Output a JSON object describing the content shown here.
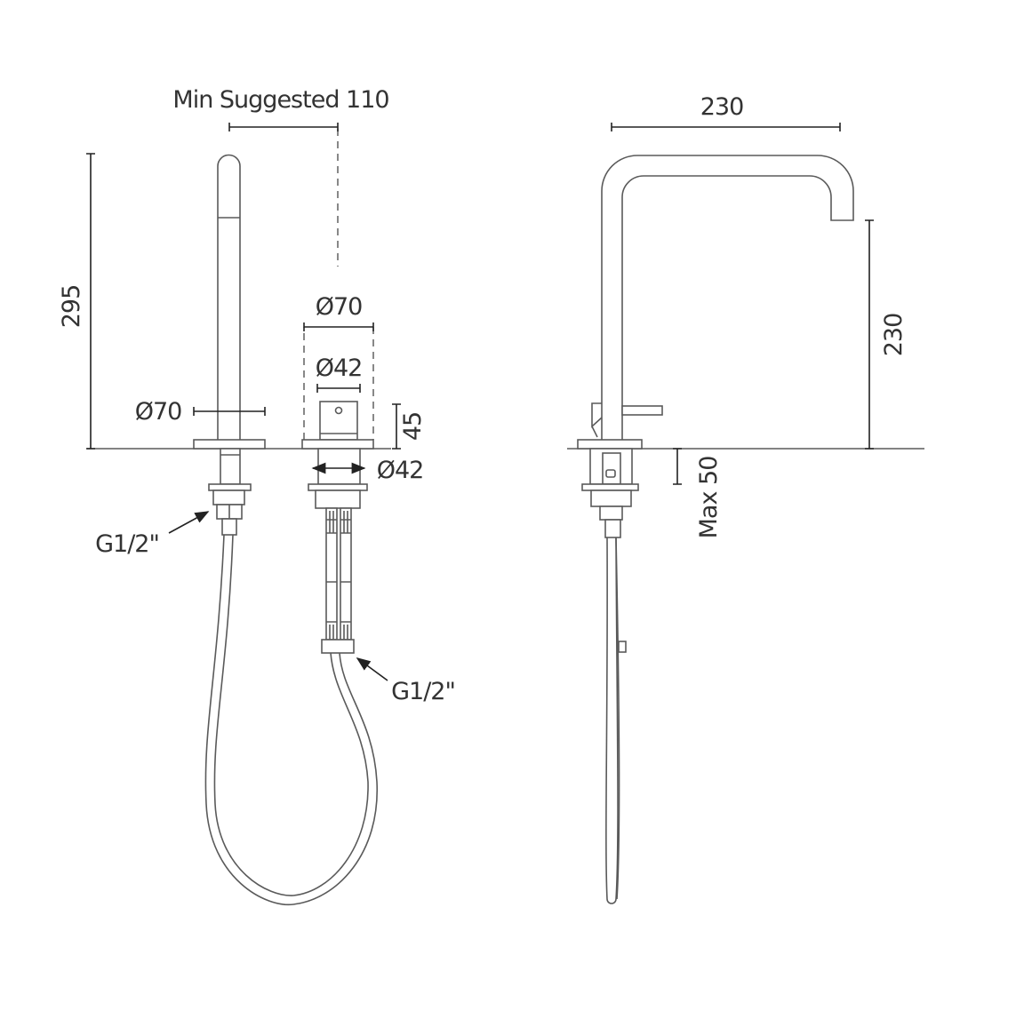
{
  "labels": {
    "min_suggested": "Min Suggested 110",
    "spout_height": "295",
    "spout_base_dia": "Ø70",
    "mixer_plate_dia": "Ø70",
    "mixer_body_dia": "Ø42",
    "mixer_height": "45",
    "mixer_shank_dia": "Ø42",
    "connection_left": "G1/2\"",
    "connection_right": "G1/2\"",
    "reach": "230",
    "spout_outlet_height": "230",
    "max_deck_thickness": "Max 50"
  },
  "colors": {
    "line": "#5a5a5a",
    "dimension": "#222222"
  }
}
